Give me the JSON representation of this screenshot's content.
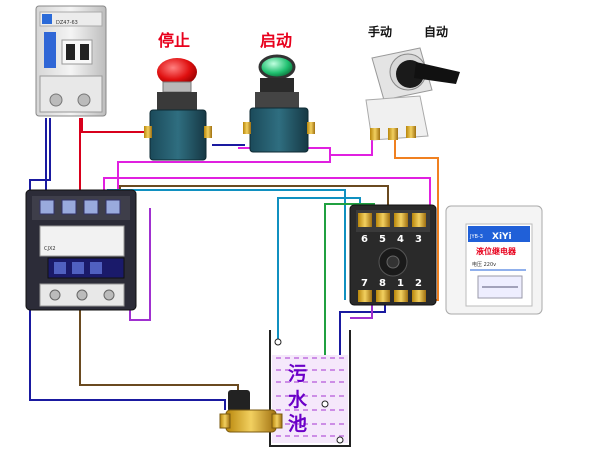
{
  "labels": {
    "stop": "停止",
    "start": "启动",
    "manual": "手动",
    "auto": "自动",
    "pool": [
      "污",
      "水",
      "池"
    ]
  },
  "relay_box": {
    "model": "JYB-3",
    "brand": "XiYi",
    "name": "液位继电器",
    "voltage": "电压 220v"
  },
  "relay_base": {
    "top_terminals": [
      "6",
      "5",
      "4",
      "3"
    ],
    "bottom_terminals": [
      "7",
      "8",
      "1",
      "2"
    ]
  },
  "breaker": {
    "brand_mark": "DZ47-63"
  },
  "contactor": {
    "model": "CJX2"
  },
  "colors": {
    "red_wire": "#d8001c",
    "blue_wire": "#1a1aa0",
    "magenta_wire": "#e020e0",
    "orange_wire": "#f08020",
    "green_wire": "#20a040",
    "teal_wire": "#1090c0",
    "brown_wire": "#6a4a20",
    "pool_water": "#d090e8"
  },
  "icons": {
    "breaker": "circuit-breaker-icon",
    "stop": "red-pushbutton-icon",
    "start": "green-pushbutton-icon",
    "selector": "selector-switch-icon",
    "contactor": "contactor-icon",
    "relay_base": "relay-socket-icon",
    "relay": "liquid-level-relay-icon",
    "valve": "solenoid-valve-icon",
    "tank": "sewage-tank-icon"
  }
}
